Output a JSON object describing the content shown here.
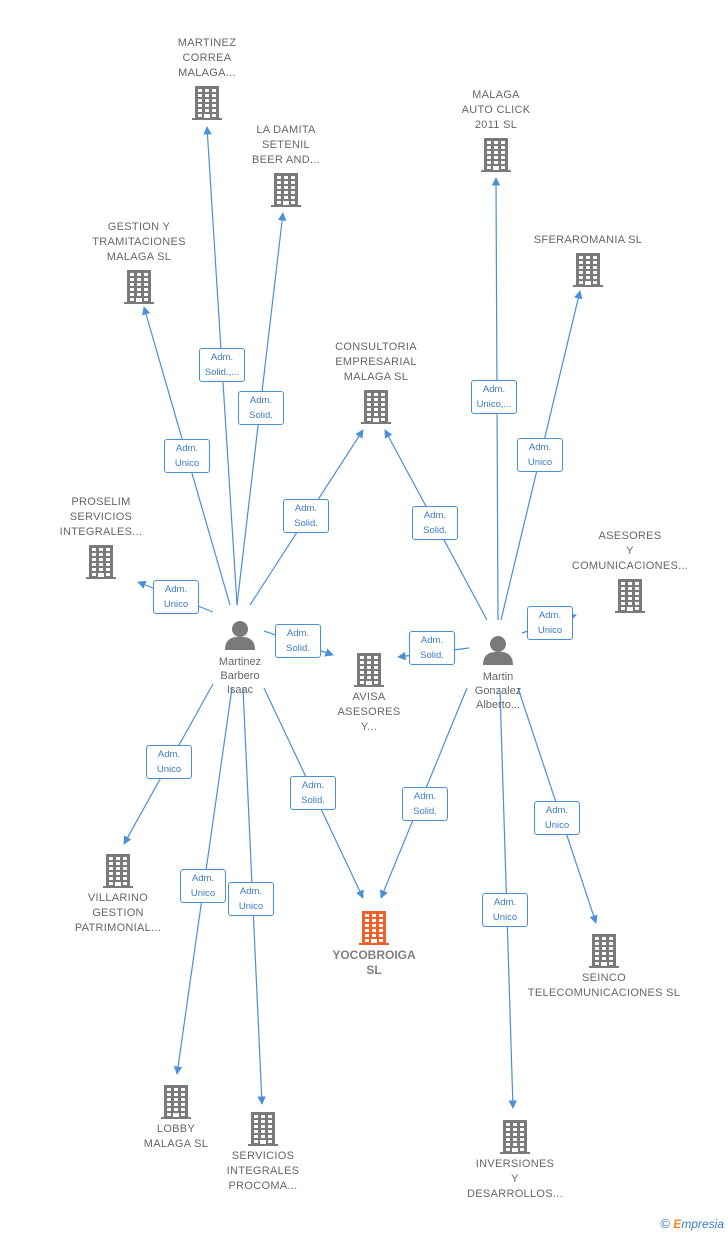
{
  "colors": {
    "edge": "#4a8fd8",
    "node": "#7a7a7a",
    "highlight": "#f0622c",
    "person": "#7a7a7a"
  },
  "persons": [
    {
      "id": "p1",
      "lines": [
        "Martinez",
        "Barbero",
        "Isaac"
      ]
    },
    {
      "id": "p2",
      "lines": [
        "Martin",
        "Gonzalez",
        "Alberto..."
      ]
    }
  ],
  "companies": [
    {
      "id": "c1",
      "lines": [
        "MARTINEZ",
        "CORREA",
        "MALAGA..."
      ]
    },
    {
      "id": "c2",
      "lines": [
        "LA DAMITA",
        "SETENIL",
        "BEER AND..."
      ]
    },
    {
      "id": "c3",
      "lines": [
        "GESTION Y",
        "TRAMITACIONES",
        "MALAGA  SL"
      ]
    },
    {
      "id": "c4",
      "lines": [
        "CONSULTORIA",
        "EMPRESARIAL",
        "MALAGA  SL"
      ]
    },
    {
      "id": "c5",
      "lines": [
        "MALAGA",
        "AUTO CLICK",
        "2011 SL"
      ]
    },
    {
      "id": "c6",
      "lines": [
        "SFERAROMANIA SL"
      ]
    },
    {
      "id": "c7",
      "lines": [
        "PROSELIM",
        "SERVICIOS",
        "INTEGRALES..."
      ]
    },
    {
      "id": "c8",
      "lines": [
        "ASESORES",
        "Y",
        "COMUNICACIONES..."
      ]
    },
    {
      "id": "c9",
      "lines": [
        "AVISA",
        "ASESORES",
        "Y..."
      ]
    },
    {
      "id": "c10",
      "lines": [
        "VILLARINO",
        "GESTION",
        "PATRIMONIAL..."
      ]
    },
    {
      "id": "c11",
      "lines": [
        "YOCOBROIGA",
        "SL"
      ],
      "main": true
    },
    {
      "id": "c12",
      "lines": [
        "SEINCO",
        "TELECOMUNICACIONES SL"
      ]
    },
    {
      "id": "c13",
      "lines": [
        "LOBBY",
        "MALAGA  SL"
      ]
    },
    {
      "id": "c14",
      "lines": [
        "SERVICIOS",
        "INTEGRALES",
        "PROCOMA..."
      ]
    },
    {
      "id": "c15",
      "lines": [
        "INVERSIONES",
        "Y",
        "DESARROLLOS..."
      ]
    }
  ],
  "edges": [
    {
      "from": "p1",
      "to": "c1",
      "label": [
        "Adm.",
        "Solid.,..."
      ]
    },
    {
      "from": "p1",
      "to": "c2",
      "label": [
        "Adm.",
        "Solid."
      ]
    },
    {
      "from": "p1",
      "to": "c3",
      "label": [
        "Adm.",
        "Unico"
      ]
    },
    {
      "from": "p1",
      "to": "c4",
      "label": [
        "Adm.",
        "Solid."
      ]
    },
    {
      "from": "p1",
      "to": "c7",
      "label": [
        "Adm.",
        "Unico"
      ]
    },
    {
      "from": "p1",
      "to": "c9",
      "label": [
        "Adm.",
        "Solid."
      ]
    },
    {
      "from": "p1",
      "to": "c10",
      "label": [
        "Adm.",
        "Unico"
      ]
    },
    {
      "from": "p1",
      "to": "c11",
      "label": [
        "Adm.",
        "Solid."
      ]
    },
    {
      "from": "p1",
      "to": "c13",
      "label": [
        "Adm.",
        "Unico"
      ]
    },
    {
      "from": "p1",
      "to": "c14",
      "label": [
        "Adm.",
        "Unico"
      ]
    },
    {
      "from": "p2",
      "to": "c4",
      "label": [
        "Adm.",
        "Solid."
      ]
    },
    {
      "from": "p2",
      "to": "c5",
      "label": [
        "Adm.",
        "Unico,..."
      ]
    },
    {
      "from": "p2",
      "to": "c6",
      "label": [
        "Adm.",
        "Unico"
      ]
    },
    {
      "from": "p2",
      "to": "c8",
      "label": [
        "Adm.",
        "Unico"
      ]
    },
    {
      "from": "p2",
      "to": "c9",
      "label": [
        "Adm.",
        "Solid."
      ]
    },
    {
      "from": "p2",
      "to": "c11",
      "label": [
        "Adm.",
        "Solid."
      ]
    },
    {
      "from": "p2",
      "to": "c12",
      "label": [
        "Adm.",
        "Unico"
      ]
    },
    {
      "from": "p2",
      "to": "c15",
      "label": [
        "Adm.",
        "Unico"
      ]
    }
  ],
  "footer": {
    "copyright": "©",
    "brand_first": "E",
    "brand_rest": "mpresia"
  }
}
